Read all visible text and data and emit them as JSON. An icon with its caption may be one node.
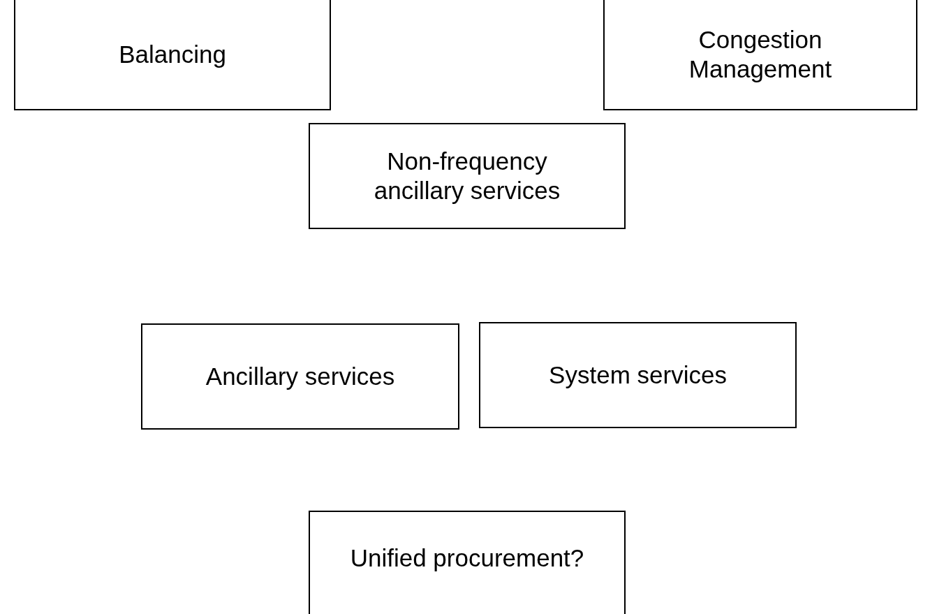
{
  "diagram": {
    "nodes": [
      {
        "text": [
          "Balancing"
        ]
      },
      {
        "text": [
          "Congestion Management"
        ]
      },
      {
        "text": [
          "Non-frequency ancillary services"
        ]
      },
      {
        "text": [
          "Ancillary services"
        ]
      },
      {
        "text": [
          "System services"
        ]
      },
      {
        "text": [
          "Unified procurement?"
        ]
      }
    ]
  }
}
